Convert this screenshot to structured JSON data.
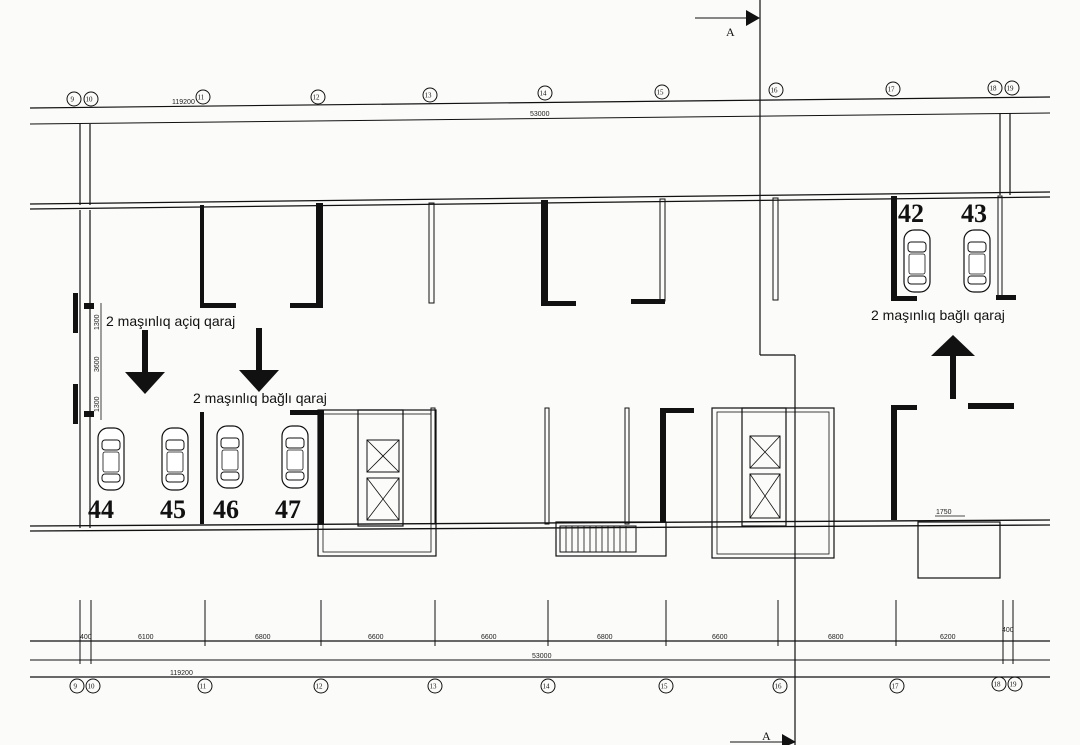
{
  "section_marker": "A",
  "grid_axes": [
    "9",
    "10",
    "11",
    "12",
    "13",
    "14",
    "15",
    "16",
    "17",
    "18",
    "19"
  ],
  "top_dimensions": {
    "total": "119200",
    "span": "53000"
  },
  "bottom_dimensions": {
    "bays": [
      "400",
      "6100",
      "6800",
      "6600",
      "6600",
      "6800",
      "6600",
      "6800",
      "6200",
      "400"
    ],
    "span": "53000",
    "total": "119200"
  },
  "side_dimensions": [
    "1300",
    "3600",
    "1300"
  ],
  "stair_dimension": "1750",
  "parking_slots": [
    "42",
    "43",
    "44",
    "45",
    "46",
    "47"
  ],
  "captions": {
    "open_garage": "2 maşınlıq açiq qaraj",
    "closed_garage_left": "2 maşınlıq bağlı qaraj",
    "closed_garage_right": "2 maşınlıq bağlı qaraj"
  }
}
